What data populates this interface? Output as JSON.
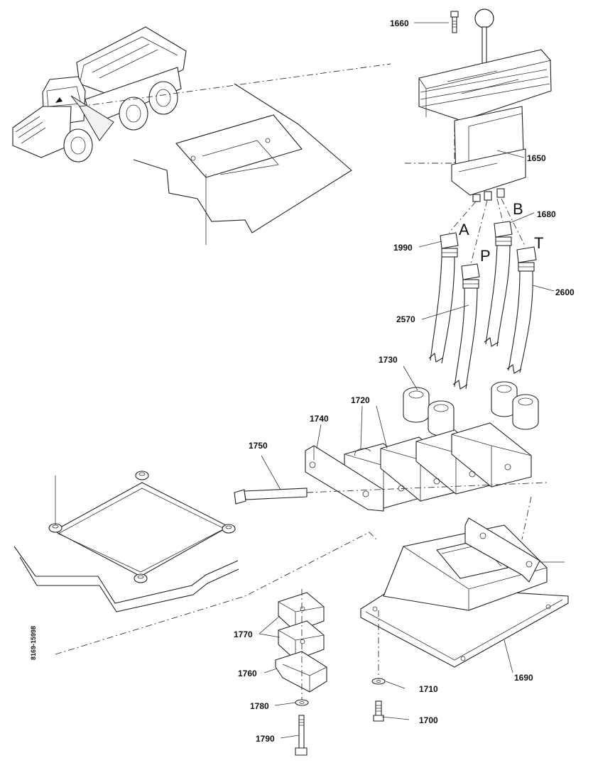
{
  "document_id": "8169-15998",
  "callouts": [
    "1660",
    "1650",
    "1680",
    "1990",
    "2570",
    "2600",
    "1730",
    "1720",
    "1740",
    "1750",
    "1770",
    "1760",
    "1780",
    "1790",
    "1710",
    "1700",
    "1690"
  ],
  "port_letters": [
    "A",
    "P",
    "B",
    "T"
  ]
}
